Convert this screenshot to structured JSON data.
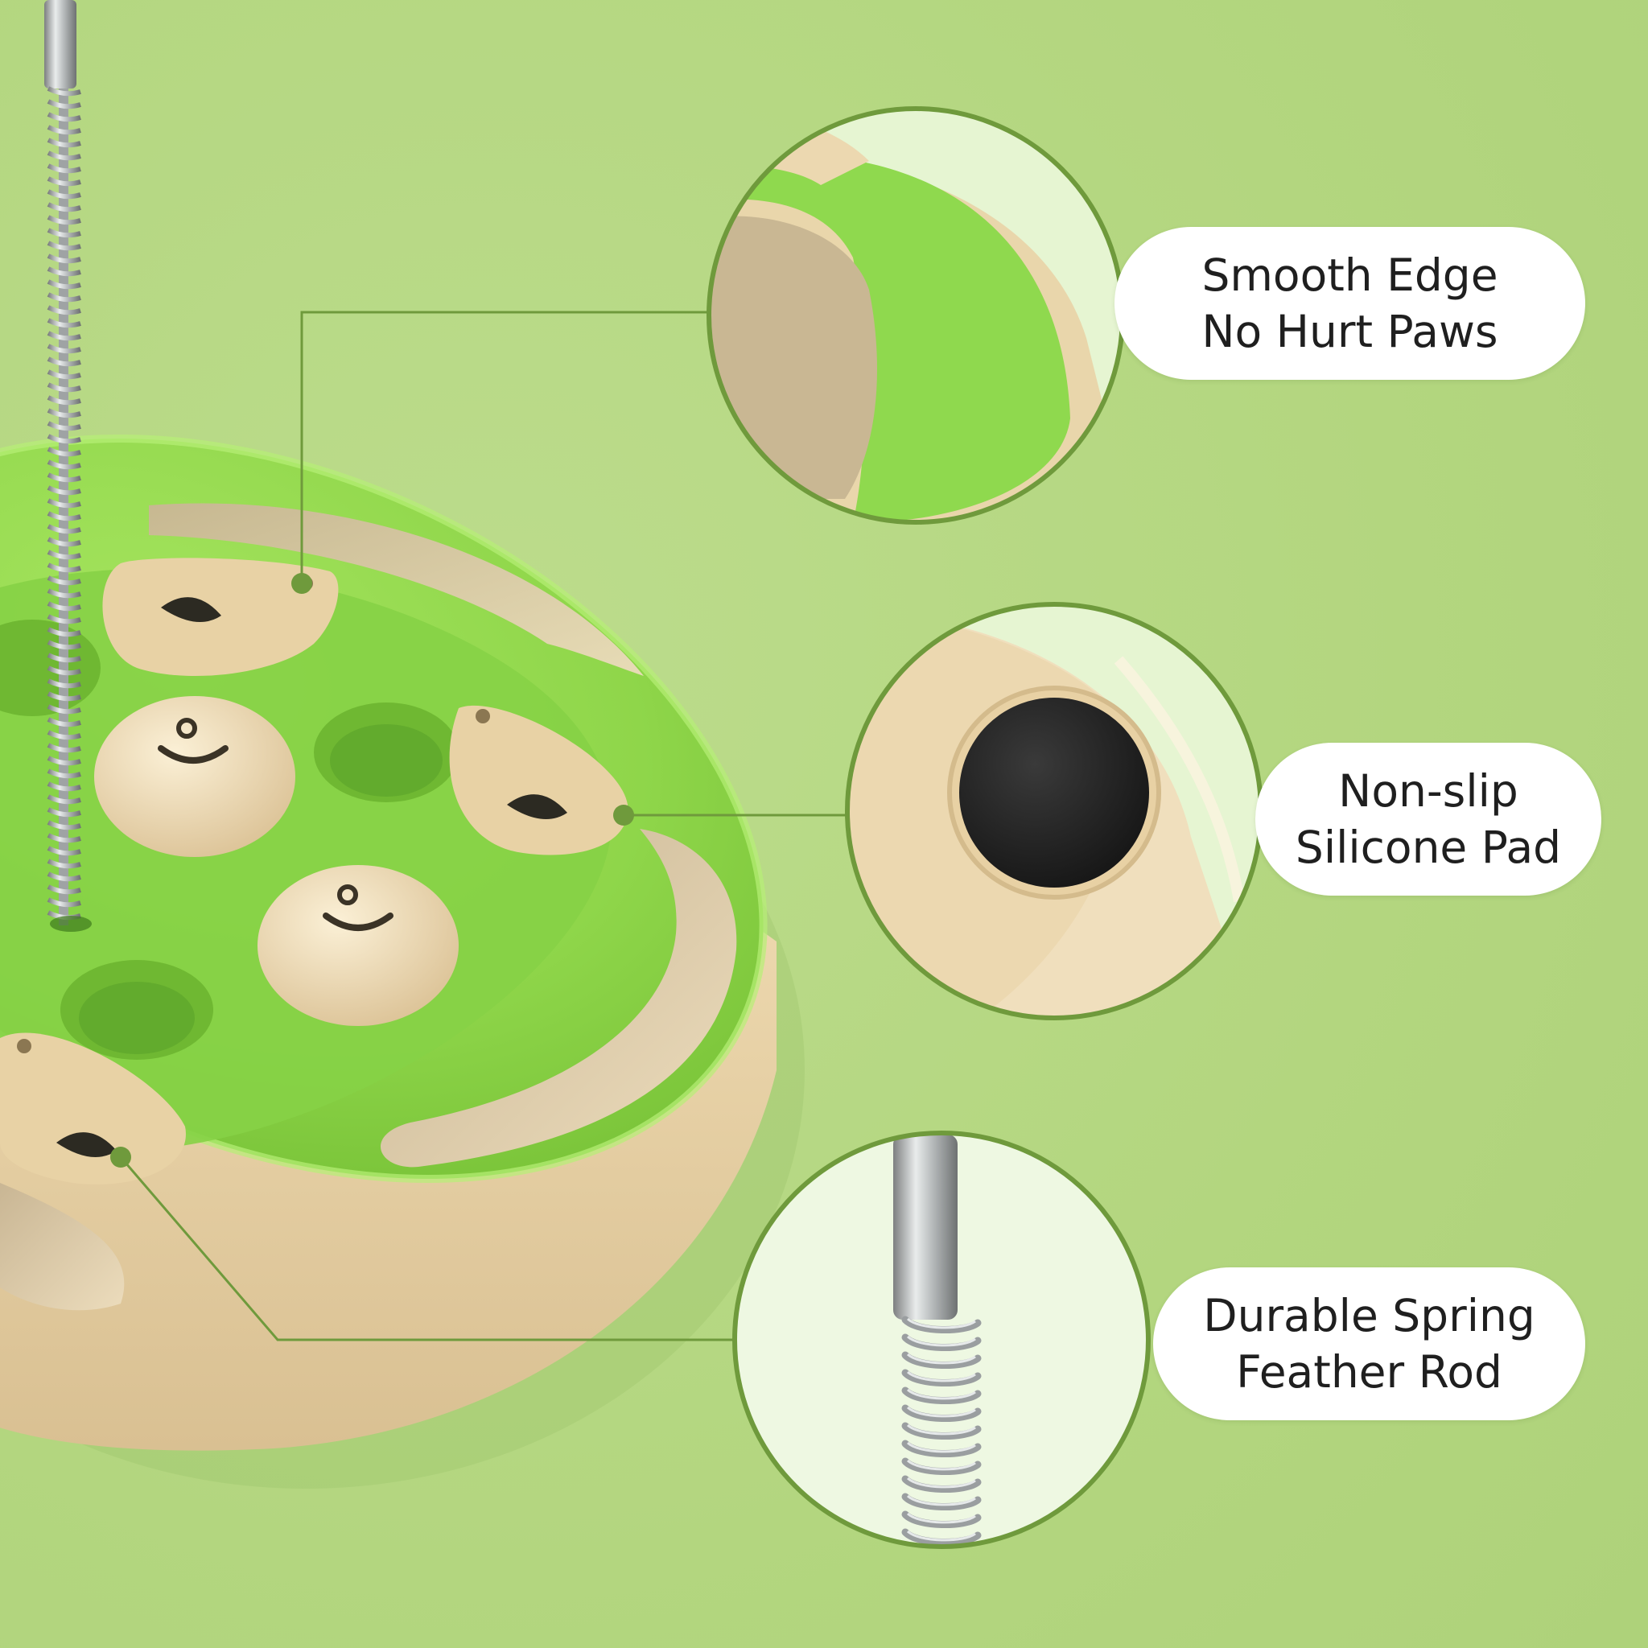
{
  "callouts": [
    {
      "line1": "Smooth Edge",
      "line2": "No Hurt Paws"
    },
    {
      "line1": "Non-slip",
      "line2": "Silicone Pad"
    },
    {
      "line1": "Durable Spring",
      "line2": "Feather Rod"
    }
  ],
  "colors": {
    "background": "#b6d884",
    "toy_green": "#8fd94e",
    "toy_beige": "#ecd8b0",
    "callout_line": "#6f9a3c",
    "label_bg": "#ffffff",
    "label_text": "#1f1f1f"
  }
}
